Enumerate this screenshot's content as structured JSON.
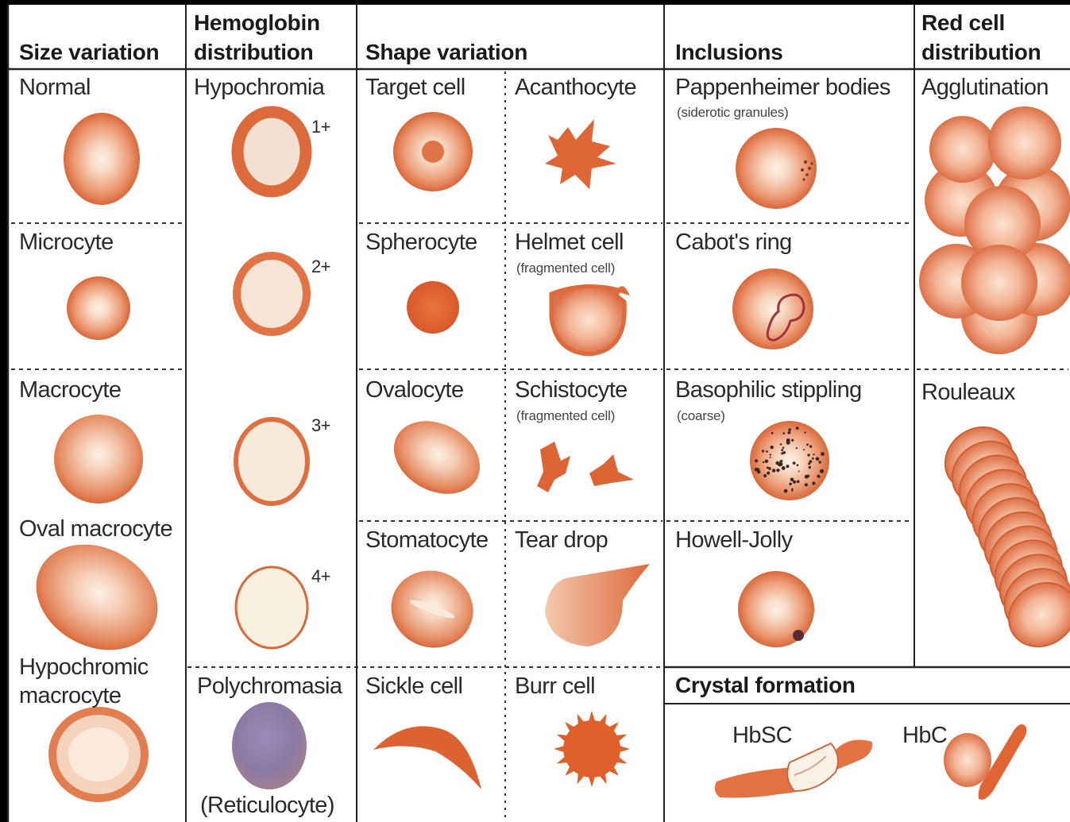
{
  "headers": {
    "size": "Size variation",
    "hemoglobin": "Hemoglobin distribution",
    "shape": "Shape variation",
    "inclusions": "Inclusions",
    "red_cell": "Red cell distribution",
    "crystal": "Crystal formation"
  },
  "size_column": {
    "normal": "Normal",
    "microcyte": "Microcyte",
    "macrocyte": "Macrocyte",
    "oval_macrocyte": "Oval macrocyte",
    "hypochromic_macrocyte": "Hypochromic macrocyte"
  },
  "hemoglobin_column": {
    "hypochromia": "Hypochromia",
    "grades": [
      "1+",
      "2+",
      "3+",
      "4+"
    ],
    "polychromasia": "Polychromasia",
    "reticulocyte": "(Reticulocyte)"
  },
  "shape_column": {
    "target_cell": "Target cell",
    "acanthocyte": "Acanthocyte",
    "spherocyte": "Spherocyte",
    "helmet_cell": "Helmet cell",
    "fragmented_1": "(fragmented cell)",
    "ovalocyte": "Ovalocyte",
    "schistocyte": "Schistocyte",
    "fragmented_2": "(fragmented cell)",
    "stomatocyte": "Stomatocyte",
    "tear_drop": "Tear drop",
    "sickle_cell": "Sickle cell",
    "burr_cell": "Burr cell"
  },
  "inclusions_column": {
    "pappenheimer": "Pappenheimer bodies",
    "siderotic": "(siderotic granules)",
    "cabots_ring": "Cabot's ring",
    "basophilic": "Basophilic stippling",
    "coarse": "(coarse)",
    "howell_jolly": "Howell-Jolly"
  },
  "red_cell_column": {
    "agglutination": "Agglutination",
    "rouleaux": "Rouleaux"
  },
  "crystal_row": {
    "hbsc": "HbSC",
    "hbc": "HbC"
  },
  "colors": {
    "cell_edge": "#d9683a",
    "cell_center": "#fbe6d6",
    "dark_cell": "#e0602c",
    "pale_center": "#f8e9db",
    "polychromatic": "#8a7aa6",
    "background": "#ffffff",
    "line": "#222222"
  }
}
